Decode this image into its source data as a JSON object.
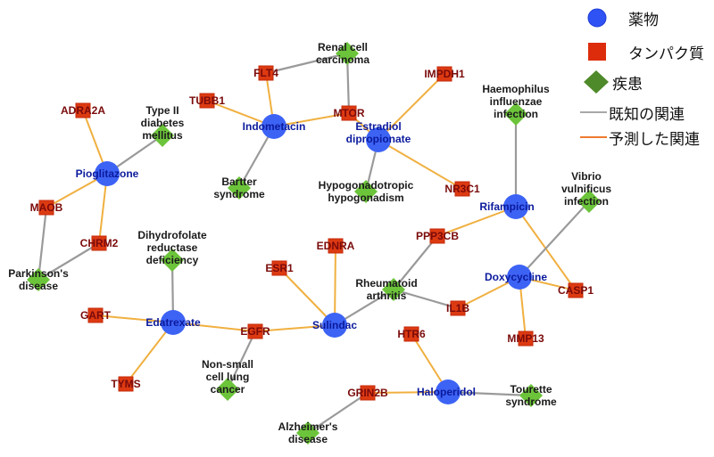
{
  "legend": {
    "drug": {
      "label": "薬物",
      "color": "#2f52f4"
    },
    "protein": {
      "label": "タンパク質",
      "color": "#dd2c0c"
    },
    "disease": {
      "label": "疾患",
      "color": "#4f8a2a"
    },
    "known": {
      "label": "既知の関連",
      "color": "#a8a8a8"
    },
    "predicted": {
      "label": "予測した関連",
      "color": "#ef7a2e"
    }
  },
  "colors": {
    "drug_node": "#3d63f5",
    "drug_text": "#0b1a9c",
    "protein_node": "#dd3a12",
    "protein_text": "#7a0a0a",
    "disease_node": "#6cc43a",
    "disease_text": "#1a1a1a",
    "known_edge": "#9a9a9a",
    "predicted_edge": "#f0b040"
  },
  "nodes": [
    {
      "id": "pioglitazone",
      "type": "drug",
      "label": [
        "Pioglitazone"
      ]
    },
    {
      "id": "indometacin",
      "type": "drug",
      "label": [
        "Indometacin"
      ]
    },
    {
      "id": "estradiol",
      "type": "drug",
      "label": [
        "Estradiol",
        "dipropionate"
      ]
    },
    {
      "id": "rifampicin",
      "type": "drug",
      "label": [
        "Rifampicin"
      ]
    },
    {
      "id": "doxycycline",
      "type": "drug",
      "label": [
        "Doxycycline"
      ]
    },
    {
      "id": "edatrexate",
      "type": "drug",
      "label": [
        "Edatrexate"
      ]
    },
    {
      "id": "sulindac",
      "type": "drug",
      "label": [
        "Sulindac"
      ]
    },
    {
      "id": "haloperidol",
      "type": "drug",
      "label": [
        "Haloperidol"
      ]
    },
    {
      "id": "adra2a",
      "type": "protein",
      "label": [
        "ADRA2A"
      ]
    },
    {
      "id": "maob",
      "type": "protein",
      "label": [
        "MAOB"
      ]
    },
    {
      "id": "chrm2",
      "type": "protein",
      "label": [
        "CHRM2"
      ]
    },
    {
      "id": "tubb1",
      "type": "protein",
      "label": [
        "TUBB1"
      ]
    },
    {
      "id": "flt4",
      "type": "protein",
      "label": [
        "FLT4"
      ]
    },
    {
      "id": "mtor",
      "type": "protein",
      "label": [
        "MTOR"
      ]
    },
    {
      "id": "impdh1",
      "type": "protein",
      "label": [
        "IMPDH1"
      ]
    },
    {
      "id": "nr3c1",
      "type": "protein",
      "label": [
        "NR3C1"
      ]
    },
    {
      "id": "ppp3cb",
      "type": "protein",
      "label": [
        "PPP3CB"
      ]
    },
    {
      "id": "casp1",
      "type": "protein",
      "label": [
        "CASP1"
      ]
    },
    {
      "id": "mmp13",
      "type": "protein",
      "label": [
        "MMP13"
      ]
    },
    {
      "id": "il1b",
      "type": "protein",
      "label": [
        "IL1B"
      ]
    },
    {
      "id": "ednra",
      "type": "protein",
      "label": [
        "EDNRA"
      ]
    },
    {
      "id": "esr1",
      "type": "protein",
      "label": [
        "ESR1"
      ]
    },
    {
      "id": "gart",
      "type": "protein",
      "label": [
        "GART"
      ]
    },
    {
      "id": "egfr",
      "type": "protein",
      "label": [
        "EGFR"
      ]
    },
    {
      "id": "tyms",
      "type": "protein",
      "label": [
        "TYMS"
      ]
    },
    {
      "id": "htr6",
      "type": "protein",
      "label": [
        "HTR6"
      ]
    },
    {
      "id": "grin2b",
      "type": "protein",
      "label": [
        "GRIN2B"
      ]
    },
    {
      "id": "t2dm",
      "type": "disease",
      "label": [
        "Type II",
        "diabetes",
        "mellitus"
      ]
    },
    {
      "id": "parkinson",
      "type": "disease",
      "label": [
        "Parkinson's",
        "disease"
      ]
    },
    {
      "id": "renal",
      "type": "disease",
      "label": [
        "Renal cell",
        "carcinoma"
      ]
    },
    {
      "id": "bartter",
      "type": "disease",
      "label": [
        "Bartter",
        "syndrome"
      ]
    },
    {
      "id": "hypogonad",
      "type": "disease",
      "label": [
        "Hypogonadotropic",
        "hypogonadism"
      ]
    },
    {
      "id": "haemophilus",
      "type": "disease",
      "label": [
        "Haemophilus",
        "influenzae",
        "infection"
      ]
    },
    {
      "id": "vibrio",
      "type": "disease",
      "label": [
        "Vibrio",
        "vulnificus",
        "infection"
      ]
    },
    {
      "id": "dhfr",
      "type": "disease",
      "label": [
        "Dihydrofolate",
        "reductase",
        "deficiency"
      ]
    },
    {
      "id": "ra",
      "type": "disease",
      "label": [
        "Rheumatoid",
        "arthritis"
      ]
    },
    {
      "id": "nsclc",
      "type": "disease",
      "label": [
        "Non-small",
        "cell lung",
        "cancer"
      ]
    },
    {
      "id": "tourette",
      "type": "disease",
      "label": [
        "Tourette",
        "syndrome"
      ]
    },
    {
      "id": "alzheimer",
      "type": "disease",
      "label": [
        "Alzheimer's",
        "disease"
      ]
    }
  ],
  "edges": [
    {
      "source": "pioglitazone",
      "target": "adra2a",
      "kind": "predicted"
    },
    {
      "source": "pioglitazone",
      "target": "t2dm",
      "kind": "known"
    },
    {
      "source": "pioglitazone",
      "target": "maob",
      "kind": "predicted"
    },
    {
      "source": "pioglitazone",
      "target": "chrm2",
      "kind": "predicted"
    },
    {
      "source": "maob",
      "target": "parkinson",
      "kind": "known"
    },
    {
      "source": "chrm2",
      "target": "parkinson",
      "kind": "known"
    },
    {
      "source": "indometacin",
      "target": "tubb1",
      "kind": "predicted"
    },
    {
      "source": "indometacin",
      "target": "flt4",
      "kind": "predicted"
    },
    {
      "source": "indometacin",
      "target": "mtor",
      "kind": "predicted"
    },
    {
      "source": "indometacin",
      "target": "bartter",
      "kind": "known"
    },
    {
      "source": "flt4",
      "target": "renal",
      "kind": "known"
    },
    {
      "source": "mtor",
      "target": "renal",
      "kind": "known"
    },
    {
      "source": "mtor",
      "target": "estradiol",
      "kind": "predicted"
    },
    {
      "source": "estradiol",
      "target": "impdh1",
      "kind": "predicted"
    },
    {
      "source": "estradiol",
      "target": "nr3c1",
      "kind": "predicted"
    },
    {
      "source": "estradiol",
      "target": "hypogonad",
      "kind": "known"
    },
    {
      "source": "rifampicin",
      "target": "haemophilus",
      "kind": "known"
    },
    {
      "source": "rifampicin",
      "target": "ppp3cb",
      "kind": "predicted"
    },
    {
      "source": "rifampicin",
      "target": "casp1",
      "kind": "predicted"
    },
    {
      "source": "doxycycline",
      "target": "vibrio",
      "kind": "known"
    },
    {
      "source": "doxycycline",
      "target": "casp1",
      "kind": "predicted"
    },
    {
      "source": "doxycycline",
      "target": "mmp13",
      "kind": "predicted"
    },
    {
      "source": "doxycycline",
      "target": "il1b",
      "kind": "predicted"
    },
    {
      "source": "ppp3cb",
      "target": "ra",
      "kind": "known"
    },
    {
      "source": "il1b",
      "target": "ra",
      "kind": "known"
    },
    {
      "source": "sulindac",
      "target": "ra",
      "kind": "known"
    },
    {
      "source": "sulindac",
      "target": "ednra",
      "kind": "predicted"
    },
    {
      "source": "sulindac",
      "target": "esr1",
      "kind": "predicted"
    },
    {
      "source": "sulindac",
      "target": "egfr",
      "kind": "predicted"
    },
    {
      "source": "edatrexate",
      "target": "dhfr",
      "kind": "known"
    },
    {
      "source": "edatrexate",
      "target": "gart",
      "kind": "predicted"
    },
    {
      "source": "edatrexate",
      "target": "egfr",
      "kind": "predicted"
    },
    {
      "source": "edatrexate",
      "target": "tyms",
      "kind": "predicted"
    },
    {
      "source": "egfr",
      "target": "nsclc",
      "kind": "known"
    },
    {
      "source": "haloperidol",
      "target": "htr6",
      "kind": "predicted"
    },
    {
      "source": "haloperidol",
      "target": "grin2b",
      "kind": "predicted"
    },
    {
      "source": "haloperidol",
      "target": "tourette",
      "kind": "known"
    },
    {
      "source": "grin2b",
      "target": "alzheimer",
      "kind": "known"
    }
  ]
}
